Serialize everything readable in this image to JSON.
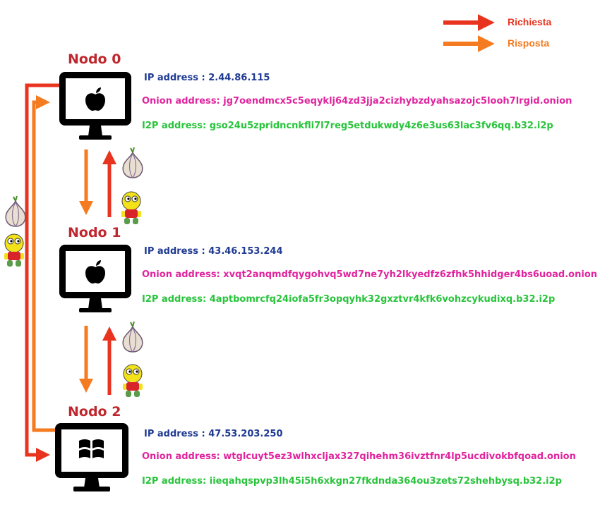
{
  "legend": {
    "request_label": "Richiesta",
    "response_label": "Risposta",
    "request_color": "#e8341f",
    "response_color": "#f47b20"
  },
  "nodes": [
    {
      "title": "Nodo 0",
      "os_icon": "apple-icon",
      "ip": "IP address : 2.44.86.115",
      "onion": "Onion address: jg7oendmcx5c5eqyklj64zd3jja2cizhybzdyahsazojc5looh7lrgid.onion",
      "i2p": "I2P address: gso24u5zpridncnkfli7l7reg5etdukwdy4z6e3us63lac3fv6qq.b32.i2p"
    },
    {
      "title": "Nodo 1",
      "os_icon": "apple-icon",
      "ip": "IP address : 43.46.153.244",
      "onion": "Onion address: xvqt2anqmdfqygohvq5wd7ne7yh2lkyedfz6zfhk5hhidger4bs6uoad.onion",
      "i2p": "I2P address: 4aptbomrcfq24iofa5fr3opqyhk32gxztvr4kfk6vohzcykudixq.b32.i2p"
    },
    {
      "title": "Nodo 2",
      "os_icon": "windows-icon",
      "ip": "IP address : 47.53.203.250",
      "onion": "Onion address: wtglcuyt5ez3wlhxcljax327qihehm36ivztfnr4lp5ucdivokbfqoad.onion",
      "i2p": "I2P address: iieqahqspvp3lh45i5h6xkgn27fkdnda364ou3zets72shehbysq.b32.i2p"
    }
  ]
}
